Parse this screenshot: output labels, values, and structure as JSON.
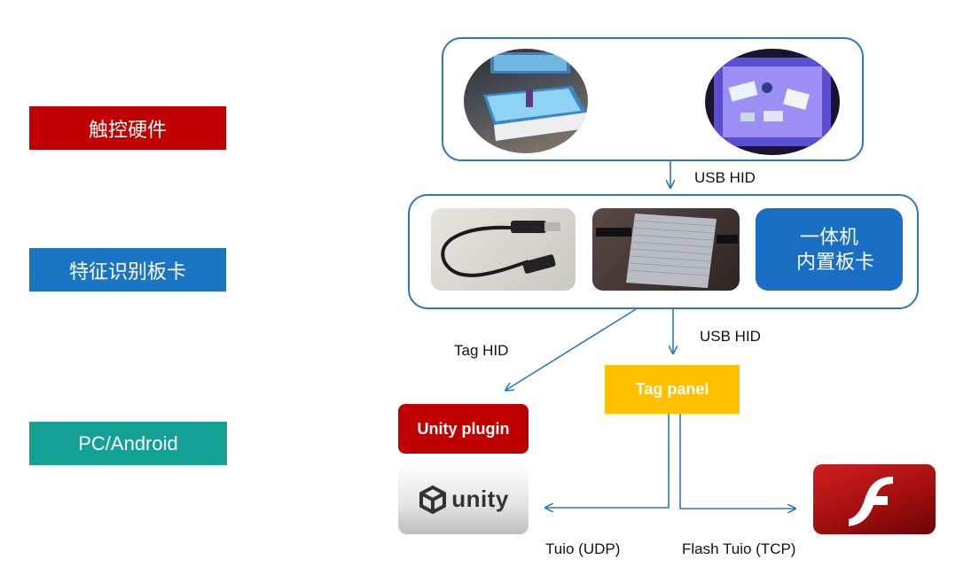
{
  "layers": {
    "hardware": "触控硬件",
    "recognition_board": "特征识别板卡",
    "platform": "PC/Android"
  },
  "colors": {
    "hardware": "#c00000",
    "recognition_board": "#1a75c2",
    "platform": "#13a095",
    "frame_border": "#2a7ab8",
    "arrow": "#2a7ab8",
    "unity_plugin": "#c00000",
    "tag_panel": "#ffc000",
    "builtin_board": "#1a6fc4"
  },
  "nodes": {
    "builtin_board_line1": "一体机",
    "builtin_board_line2": "内置板卡",
    "tag_panel": "Tag panel",
    "unity_plugin": "Unity plugin",
    "unity_logo_text": "unity",
    "flash_logo": "flash-player-icon"
  },
  "edges": {
    "hardware_to_board": "USB HID",
    "board_to_tag_panel": "USB HID",
    "board_to_unity": "Tag HID",
    "tag_panel_to_unity": "Tuio (UDP)",
    "tag_panel_to_flash": "Flash Tuio (TCP)"
  }
}
